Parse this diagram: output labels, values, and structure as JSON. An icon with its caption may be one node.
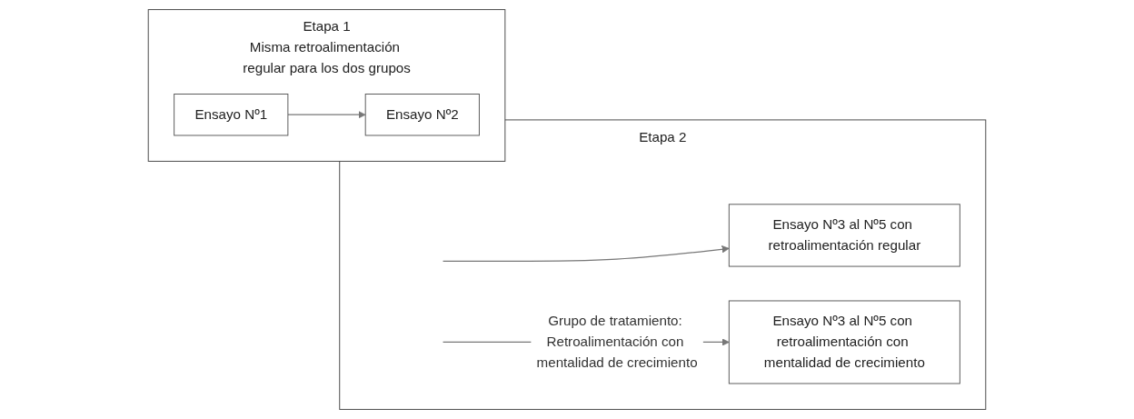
{
  "diagram": {
    "nodes": [
      {
        "text": [
          "Etapa 1",
          "Misma retroalimentación regular para los dos grupos"
        ]
      },
      {
        "text": [
          "Ensayo Nº1"
        ],
        "in": 0
      },
      {
        "text": [
          "Ensayo Nº2"
        ],
        "in": 0
      },
      {
        "text": [
          "Etapa 2"
        ]
      },
      {
        "text": [
          "Ensayo Nº3 al Nº5 con retroalimentación regular"
        ],
        "in": 3
      },
      {
        "text": [
          "Ensayo Nº3 al Nº5 con retroalimentación con mentalidad de crecimiento"
        ],
        "in": 3
      }
    ],
    "edges": [
      {
        "from": 1,
        "to": 2,
        "arrow": "to"
      },
      {
        "from": null,
        "to": 4,
        "arrow": "to"
      },
      {
        "from": null,
        "to": 5,
        "arrow": "to",
        "label": "Grupo de tratamiento: Retroalimentación con mentalidad de crecimiento"
      }
    ]
  }
}
